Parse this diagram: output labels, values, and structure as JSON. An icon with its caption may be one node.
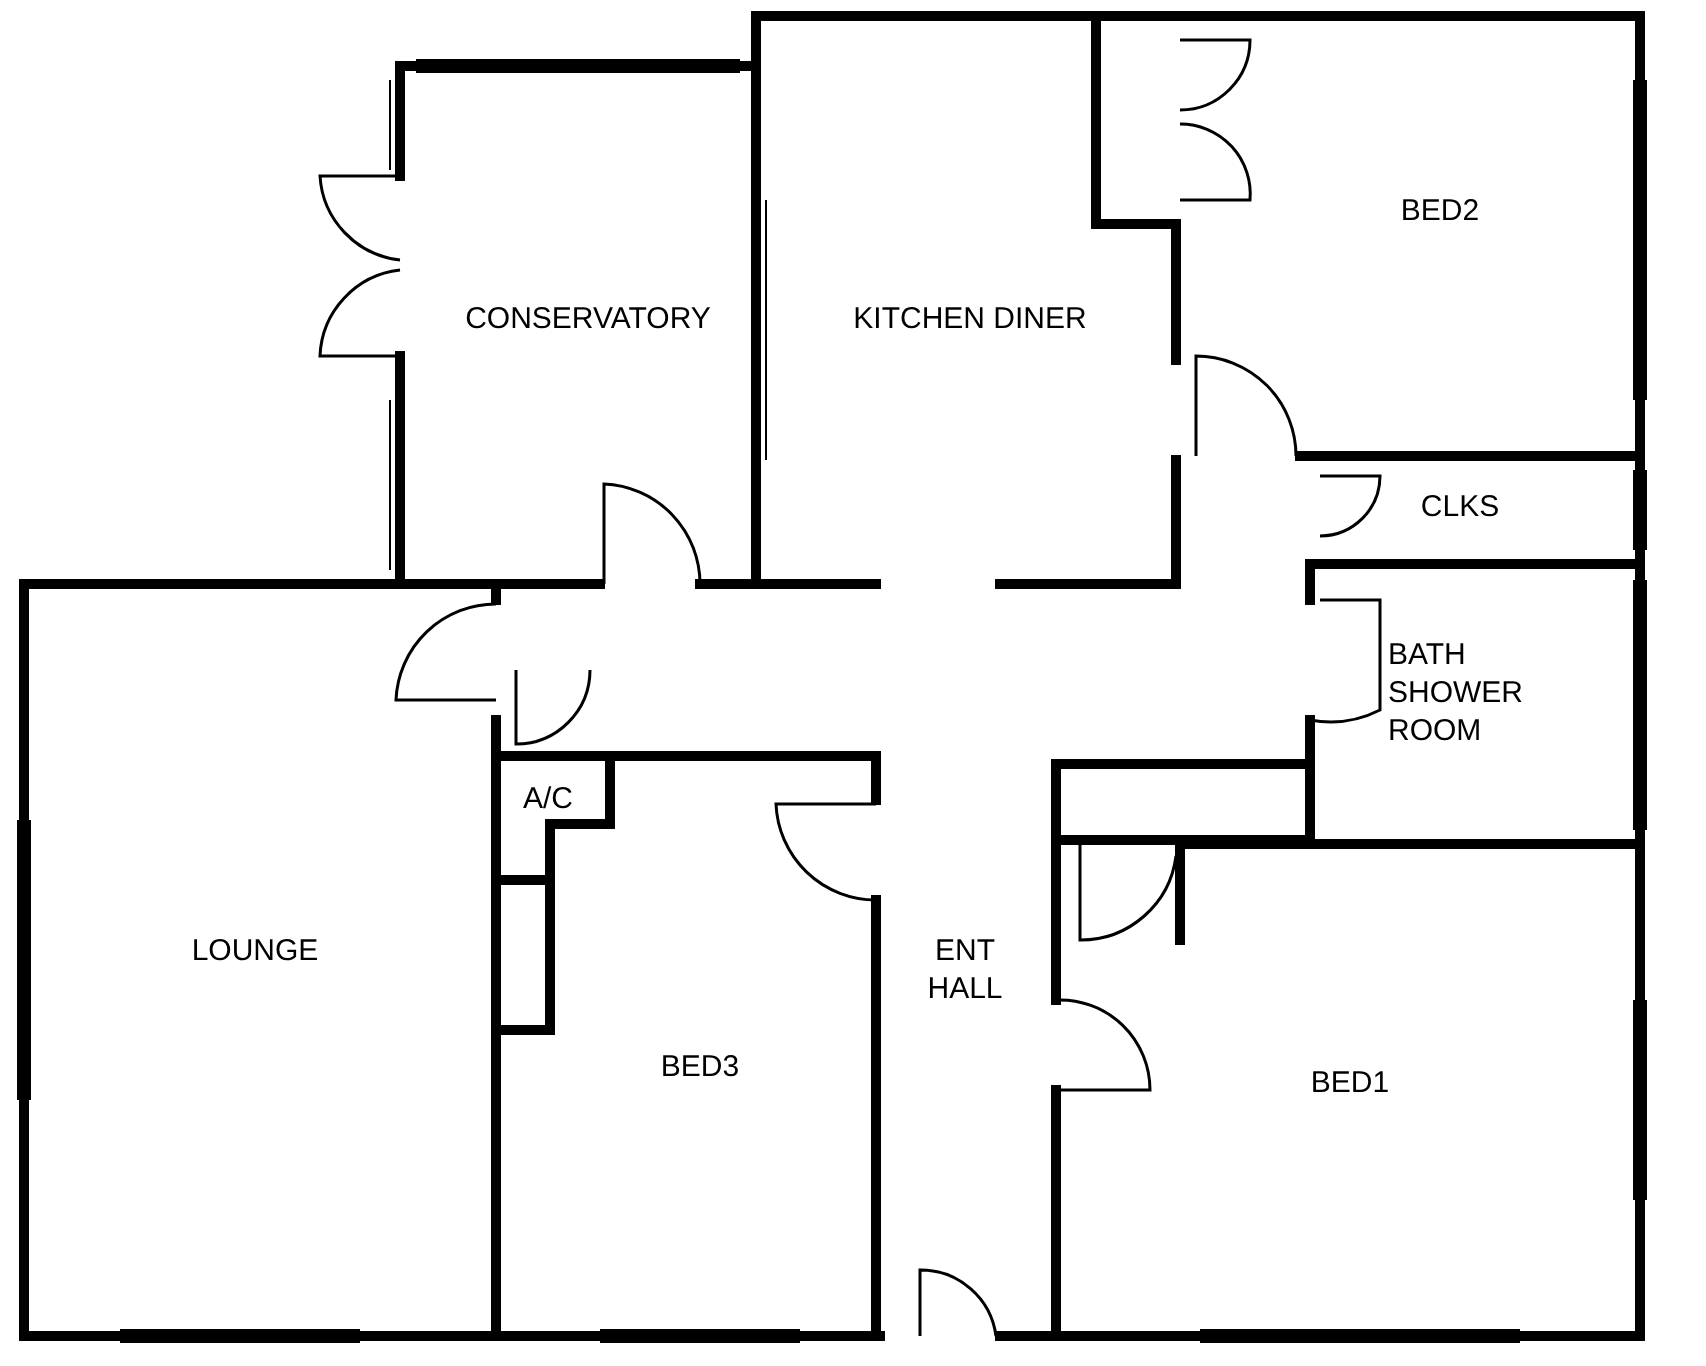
{
  "diagram": {
    "nodes": [
      {
        "text": [
          "BED2"
        ]
      },
      {
        "text": [
          "CONSERVATORY"
        ]
      },
      {
        "text": [
          "KITCHEN DINER"
        ]
      },
      {
        "text": [
          "CLKS"
        ]
      },
      {
        "text": [
          "BATH SHOWER ROOM"
        ]
      },
      {
        "text": [
          "A/C"
        ]
      },
      {
        "text": [
          "LOUNGE"
        ]
      },
      {
        "text": [
          "ENT HALL"
        ]
      },
      {
        "text": [
          "BED3"
        ]
      },
      {
        "text": [
          "BED1"
        ]
      }
    ]
  }
}
